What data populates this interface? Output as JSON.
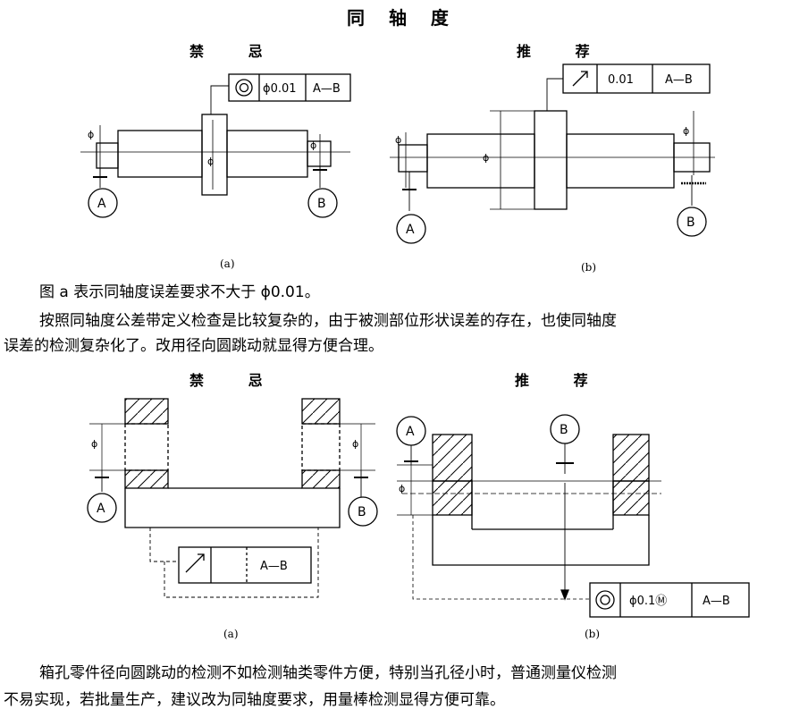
{
  "title": "同 轴 度",
  "top": {
    "left_heading": "禁 忌",
    "right_heading": "推 荐",
    "left_caption": "(a)",
    "right_caption": "(b)",
    "left_frame": {
      "symbol": "coaxiality-icon",
      "tolerance": "ϕ0.01",
      "datum": "A—B"
    },
    "right_frame": {
      "symbol": "radial-runout-icon",
      "tolerance": "0.01",
      "datum": "A—B"
    },
    "datum_a": "A",
    "datum_b": "B",
    "dia_mark": "ϕ"
  },
  "para1": "图 a 表示同轴度误差要求不大于 ϕ0.01。",
  "para2_line1": "按照同轴度公差带定义检查是比较复杂的，由于被测部位形状误差的存在，也使同轴度",
  "para2_line2": "误差的检测复杂化了。改用径向圆跳动就显得方便合理。",
  "bottom": {
    "left_heading": "禁 忌",
    "right_heading": "推 荐",
    "left_caption": "(a)",
    "right_caption": "(b)",
    "left_frame": {
      "symbol": "radial-runout-icon",
      "tolerance": "",
      "datum": "A—B"
    },
    "right_frame": {
      "symbol": "coaxiality-icon",
      "tolerance": "ϕ0.1Ⓜ",
      "datum": "A—B"
    },
    "datum_a": "A",
    "datum_b": "B",
    "dia_mark": "ϕ"
  },
  "para3_line1": "箱孔零件径向圆跳动的检测不如检测轴类零件方便，特别当孔径小时，普通测量仪检测",
  "para3_line2": "不易实现，若批量生产，建议改为同轴度要求，用量棒检测显得方便可靠。"
}
